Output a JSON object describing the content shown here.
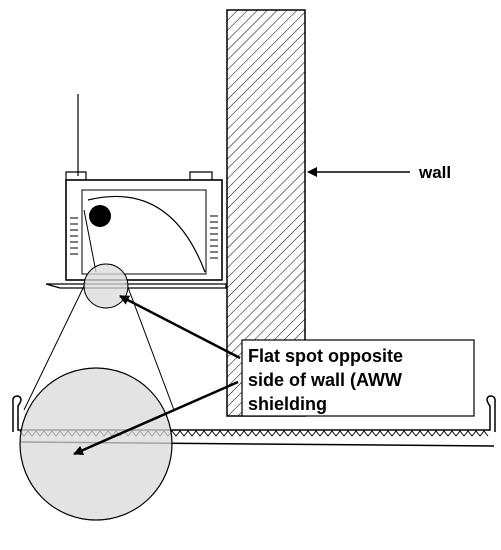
{
  "labels": {
    "wall": "wall",
    "callout_line_1": "Flat spot opposite",
    "callout_line_2": "side of wall (AWW",
    "callout_line_3": "shielding"
  },
  "colors": {
    "ink": "#000000",
    "magnifier_fill": "#d9d9d9",
    "background": "#ffffff"
  }
}
